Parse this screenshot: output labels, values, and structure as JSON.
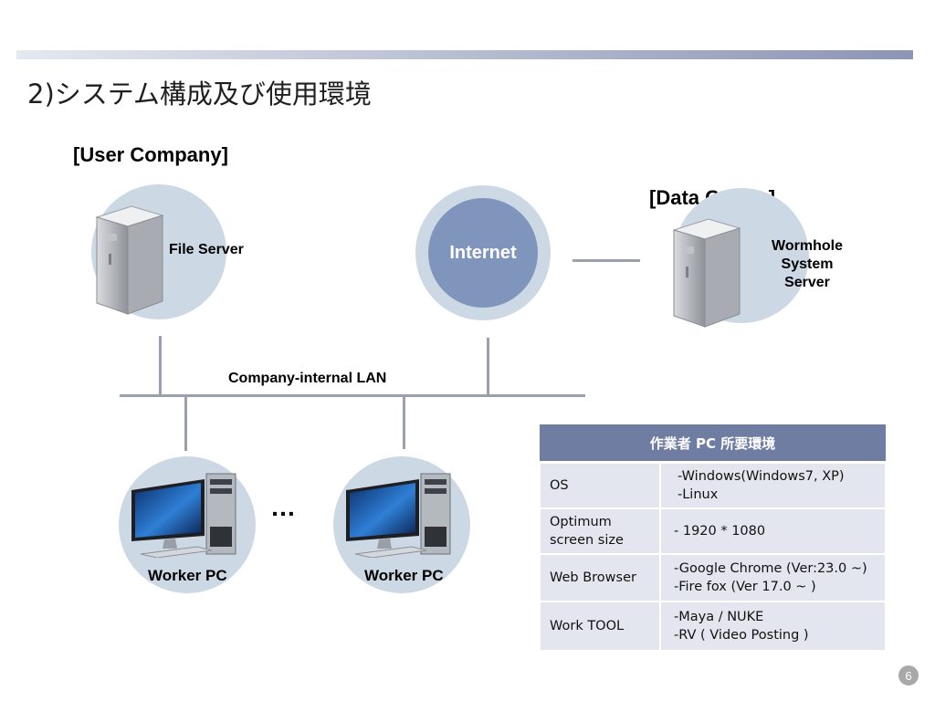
{
  "slide": {
    "title": "2)システム構成及び使用環境",
    "page_number": "6"
  },
  "diagram": {
    "user_company": "[User Company]",
    "data_center": "[Data Center]",
    "file_server": "File Server",
    "internet": "Internet",
    "wormhole_server": [
      "Wormhole",
      "System",
      "Server"
    ],
    "lan_label": "Company-internal LAN",
    "worker_pc_1": "Worker PC",
    "worker_pc_2": "Worker PC",
    "ellipsis": "…"
  },
  "env_table": {
    "header": "作業者 PC 所要環境",
    "rows": [
      {
        "key": [
          "OS"
        ],
        "value": [
          "-Windows(Windows7, XP)",
          "-Linux"
        ]
      },
      {
        "key": [
          "Optimum",
          "screen size"
        ],
        "value": [
          "- 1920 * 1080"
        ]
      },
      {
        "key": [
          "Web Browser"
        ],
        "value": [
          "-Google Chrome (Ver:23.0 ~)",
          "-Fire fox (Ver 17.0 ~ )"
        ]
      },
      {
        "key": [
          "Work TOOL"
        ],
        "value": [
          "-Maya / NUKE",
          "-RV ( Video Posting )"
        ]
      }
    ]
  }
}
